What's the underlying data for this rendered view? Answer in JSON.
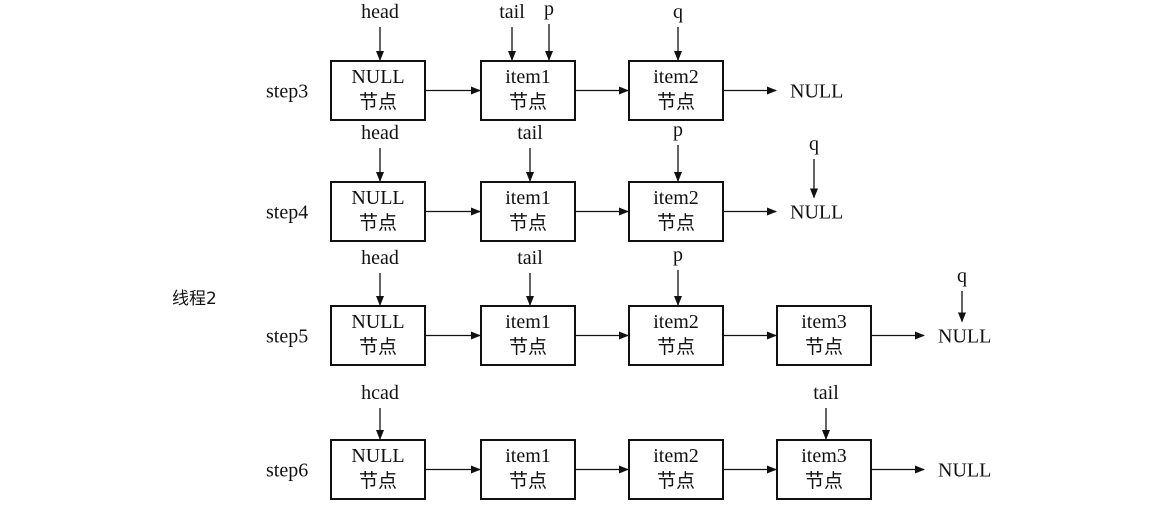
{
  "thread_label": "线程2",
  "null_text": "NULL",
  "rows": [
    {
      "step": "step3",
      "nodes": [
        {
          "line1": "NULL",
          "line2": "节点"
        },
        {
          "line1": "item1",
          "line2": "节点"
        },
        {
          "line1": "item2",
          "line2": "节点"
        }
      ],
      "pointers": [
        {
          "label": "head",
          "target": 0
        },
        {
          "label": "tail",
          "target": 1
        },
        {
          "label": "p",
          "target": 1
        },
        {
          "label": "q",
          "target": 2
        }
      ]
    },
    {
      "step": "step4",
      "nodes": [
        {
          "line1": "NULL",
          "line2": "节点"
        },
        {
          "line1": "item1",
          "line2": "节点"
        },
        {
          "line1": "item2",
          "line2": "节点"
        }
      ],
      "pointers": [
        {
          "label": "head",
          "target": 0
        },
        {
          "label": "tail",
          "target": 1
        },
        {
          "label": "p",
          "target": 2
        },
        {
          "label": "q",
          "target": "null"
        }
      ]
    },
    {
      "step": "step5",
      "nodes": [
        {
          "line1": "NULL",
          "line2": "节点"
        },
        {
          "line1": "item1",
          "line2": "节点"
        },
        {
          "line1": "item2",
          "line2": "节点"
        },
        {
          "line1": "item3",
          "line2": "节点"
        }
      ],
      "pointers": [
        {
          "label": "head",
          "target": 0
        },
        {
          "label": "tail",
          "target": 1
        },
        {
          "label": "p",
          "target": 2
        },
        {
          "label": "q",
          "target": "null"
        }
      ]
    },
    {
      "step": "step6",
      "nodes": [
        {
          "line1": "NULL",
          "line2": "节点"
        },
        {
          "line1": "item1",
          "line2": "节点"
        },
        {
          "line1": "item2",
          "line2": "节点"
        },
        {
          "line1": "item3",
          "line2": "节点"
        }
      ],
      "pointers": [
        {
          "label": "hcad",
          "target": 0
        },
        {
          "label": "tail",
          "target": 3
        }
      ]
    }
  ]
}
